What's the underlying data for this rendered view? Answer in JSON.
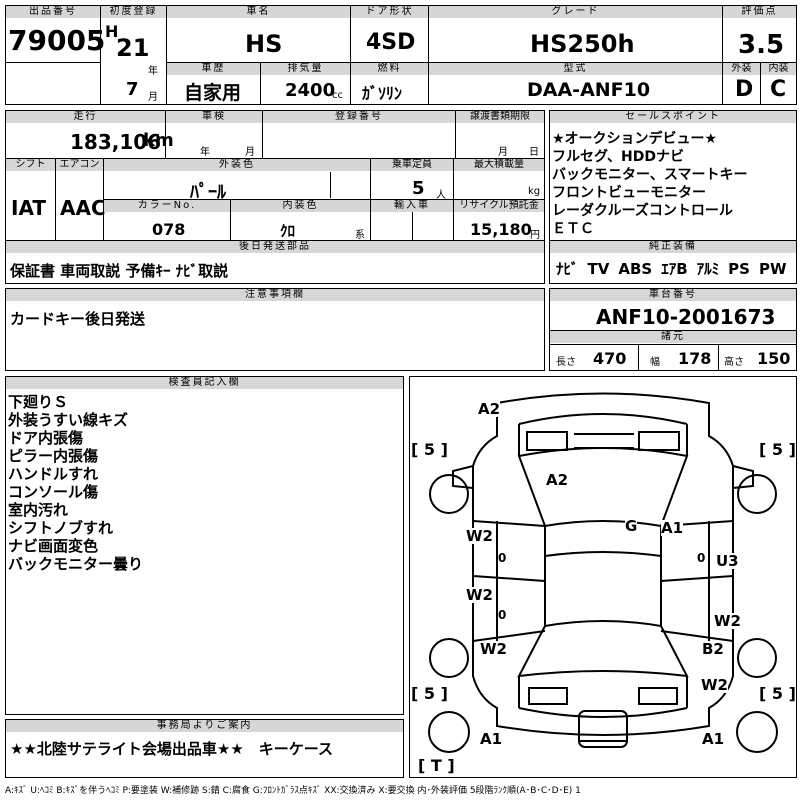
{
  "header": {
    "lot_label": "出品番号",
    "lot": "79005",
    "first_reg_label": "初度登録",
    "era": "H",
    "year": "21",
    "year_unit": "年",
    "month": "7",
    "month_unit": "月",
    "name_label": "車名",
    "name": "HS",
    "door_label": "ドア形状",
    "door": "4SD",
    "grade_label": "グレード",
    "grade": "HS250h",
    "score_label": "評価点",
    "score": "3.5",
    "history_label": "車歴",
    "history": "自家用",
    "displacement_label": "排気量",
    "displacement": "2400",
    "displacement_unit": "cc",
    "fuel_label": "燃料",
    "fuel": "ｶﾞｿﾘﾝ",
    "model_label": "型式",
    "model": "DAA-ANF10",
    "ext_label": "外装",
    "ext": "D",
    "int_label": "内装",
    "int": "C"
  },
  "row2": {
    "mileage_label": "走行",
    "mileage": "183,106",
    "mileage_unit": "km",
    "inspection_label": "車検",
    "insp_year_unit": "年",
    "insp_month_unit": "月",
    "reg_label": "登録番号",
    "transfer_label": "譲渡書類期限",
    "transfer_month_unit": "月",
    "transfer_day_unit": "日",
    "shift_label": "シフト",
    "shift": "IAT",
    "ac_label": "エアコン",
    "ac": "AAC",
    "color_label": "外装色",
    "color": "ﾊﾟｰﾙ",
    "capacity_label": "乗車定員",
    "capacity": "5",
    "capacity_unit": "人",
    "maxload_label": "最大積載量",
    "maxload_unit": "kg",
    "colorno_label": "カラーNo.",
    "colorno": "078",
    "interior_color_label": "内装色",
    "interior_color": "ｸﾛ",
    "interior_color_unit": "系",
    "import_label": "輸入車",
    "recycle_label": "リサイクル預託金",
    "recycle": "15,180",
    "recycle_unit": "円",
    "later_label": "後日発送部品",
    "later": "保証書 車両取説 予備ｷｰ ﾅﾋﾞ取説"
  },
  "sales": {
    "label": "セールスポイント",
    "items": [
      "★オークションデビュー★",
      "フルセグ、HDDナビ",
      "バックモニター、スマートキー",
      "フロントビューモニター",
      "レーダクルーズコントロール",
      "ＥＴＣ"
    ]
  },
  "equipment": {
    "label": "純正装備",
    "items": [
      "ﾅﾋﾞ",
      "TV",
      "ABS",
      "ｴｱB",
      "ｱﾙﾐ",
      "PS",
      "PW"
    ]
  },
  "caution": {
    "label": "注意事項欄",
    "text": "カードキー後日発送"
  },
  "chassis": {
    "label": "車台番号",
    "value": "ANF10-2001673"
  },
  "specs": {
    "label": "諸元",
    "length_label": "長さ",
    "length": "470",
    "width_label": "幅",
    "width": "178",
    "height_label": "高さ",
    "height": "150"
  },
  "inspector": {
    "label": "検査員記入欄",
    "notes": [
      "下廻りＳ",
      "外装うすい線キズ",
      "ドア内張傷",
      "ピラー内張傷",
      "ハンドルすれ",
      "コンソール傷",
      "室内汚れ",
      "シフトノブすれ",
      "ナビ画面変色",
      "バックモニター曇り"
    ]
  },
  "diagram": {
    "tire_marks": [
      "[ 5 ]",
      "[ 5 ]",
      "[ 5 ]",
      "[ 5 ]",
      "[ T ]"
    ],
    "labels": [
      "A2",
      "A2",
      "G",
      "A1",
      "W2",
      "0",
      "0",
      "U3",
      "W2",
      "0",
      "W2",
      "W2",
      "B2",
      "W2",
      "A1",
      "A1"
    ]
  },
  "office": {
    "label": "事務局よりご案内",
    "text": "★★北陸サテライト会場出品車★★　キーケース"
  },
  "legend": "A:ｷｽﾞ U:ﾍｺﾐ B:ｷｽﾞを伴うﾍｺﾐ P:要塗装 W:補修跡 S:錆 C:腐食 G:ﾌﾛﾝﾄｶﾞﾗｽ点ｷｽﾞ XX:交換済み X:要交換 内･外装評価 5段階ﾗﾝｸ順(A･B･C･D･E) 1"
}
